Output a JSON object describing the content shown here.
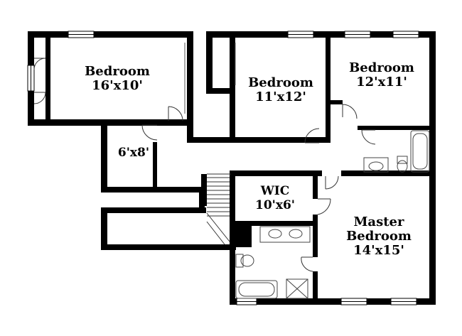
{
  "rooms": {
    "bedroom_1": {
      "name": "Bedroom",
      "size": "16'x10'"
    },
    "bedroom_2": {
      "name": "Bedroom",
      "size": "11'x12'"
    },
    "bedroom_3": {
      "name": "Bedroom",
      "size": "12'x11'"
    },
    "closet": {
      "name": "",
      "size": "6'x8'"
    },
    "wic": {
      "name": "WIC",
      "size": "10'x6'"
    },
    "master": {
      "name_line1": "Master",
      "name_line2": "Bedroom",
      "size": "14'x15'"
    }
  },
  "colors": {
    "wall": "#000000",
    "background": "#ffffff",
    "fixture": "#444444"
  }
}
